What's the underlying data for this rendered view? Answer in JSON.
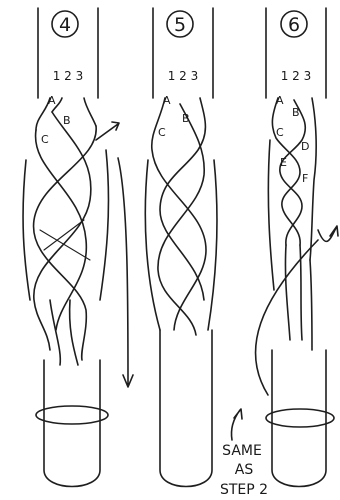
{
  "steps": [
    {
      "number": "4",
      "strand_numbers": "1 2 3",
      "crossing_labels": [
        "A",
        "B",
        "C"
      ]
    },
    {
      "number": "5",
      "strand_numbers": "1 2 3",
      "crossing_labels": [
        "A",
        "B",
        "C"
      ]
    },
    {
      "number": "6",
      "strand_numbers": "1 2 3",
      "crossing_labels": [
        "A",
        "B",
        "C",
        "D",
        "E",
        "F"
      ]
    }
  ],
  "note": {
    "line1": "SAME",
    "line2": "AS",
    "line3": "STEP 2"
  },
  "colors": {
    "ink": "#1e1e1e",
    "paper": "#ffffff"
  }
}
